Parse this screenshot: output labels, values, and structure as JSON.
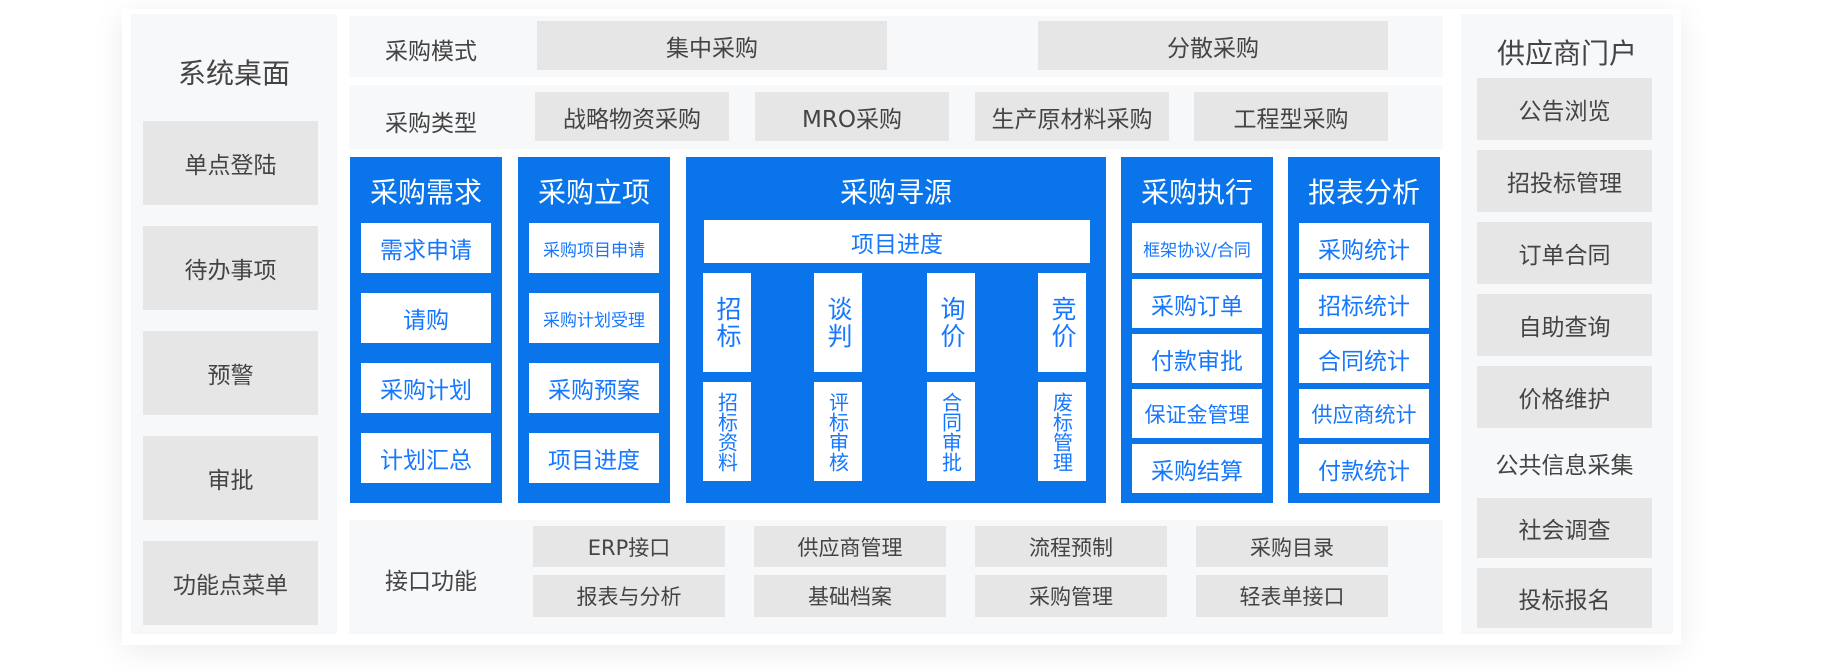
{
  "desktop": {
    "title": "系统桌面",
    "items": [
      "单点登陆",
      "待办事项",
      "预警",
      "审批",
      "功能点菜单"
    ]
  },
  "mode": {
    "label": "采购模式",
    "options": [
      "集中采购",
      "分散采购"
    ]
  },
  "type": {
    "label": "采购类型",
    "options": [
      "战略物资采购",
      "MRO采购",
      "生产原材料采购",
      "工程型采购"
    ]
  },
  "demand": {
    "title": "采购需求",
    "items": [
      "需求申请",
      "请购",
      "采购计划",
      "计划汇总"
    ]
  },
  "project": {
    "title": "采购立项",
    "items": [
      "采购项目申请",
      "采购计划受理",
      "采购预案",
      "项目进度"
    ]
  },
  "sourcing": {
    "title": "采购寻源",
    "progress": "项目进度",
    "methods": [
      "招标",
      "谈判",
      "询价",
      "竞价"
    ],
    "subs": [
      "招标资料",
      "评标审核",
      "合同审批",
      "废标管理"
    ]
  },
  "execution": {
    "title": "采购执行",
    "items": [
      "框架协议/合同",
      "采购订单",
      "付款审批",
      "保证金管理",
      "采购结算"
    ]
  },
  "report": {
    "title": "报表分析",
    "items": [
      "采购统计",
      "招标统计",
      "合同统计",
      "供应商统计",
      "付款统计"
    ]
  },
  "interface": {
    "label": "接口功能",
    "items": [
      "ERP接口",
      "供应商管理",
      "流程预制",
      "采购目录",
      "报表与分析",
      "基础档案",
      "采购管理",
      "轻表单接口"
    ]
  },
  "portal": {
    "title": "供应商门户",
    "items": [
      "公告浏览",
      "招投标管理",
      "订单合同",
      "自助查询",
      "价格维护"
    ],
    "plain": "公共信息采集",
    "items2": [
      "社会调查",
      "投标报名"
    ]
  }
}
